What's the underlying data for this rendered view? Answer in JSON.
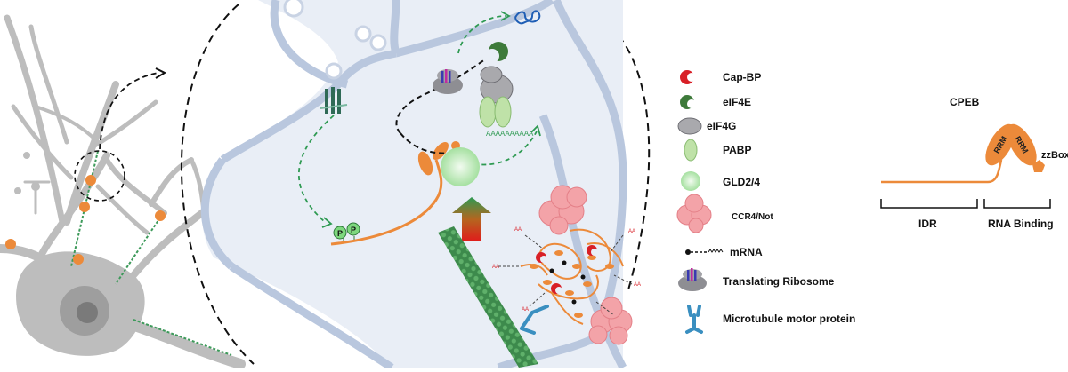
{
  "legend": {
    "cap_bp": "Cap-BP",
    "eif4e": "eIF4E",
    "eif4g": "eIF4G",
    "pabp": "PABP",
    "gld": "GLD2/4",
    "ccr4": "CCR4/Not",
    "mrna": "mRNA",
    "ribosome": "Translating Ribosome",
    "motor": "Microtubule motor protein"
  },
  "cpeb": {
    "title": "CPEB",
    "rrm1": "RRM",
    "rrm2": "RRM",
    "zzbox": "zzBox",
    "idr": "IDR",
    "rna_binding": "RNA Binding"
  },
  "inset": {
    "phospho1": "P",
    "phospho2": "P",
    "polya": "AAAAAAAAAA",
    "small_polya": "AA"
  },
  "colors": {
    "neuron": "#bdbdbd",
    "dendrite_bg": "#e9eef6",
    "membrane": "#b9c7de",
    "cpeb_orange": "#ec8a3a",
    "green_arrow": "#2e9a52",
    "cap_red": "#d81f26",
    "eif4e_green": "#3d7a3a",
    "eif4g_gray": "#a9a9ad",
    "pabp_green": "#bfe2a8",
    "ccr4_pink": "#f3a3a8",
    "motor_blue": "#3a8fc0"
  }
}
